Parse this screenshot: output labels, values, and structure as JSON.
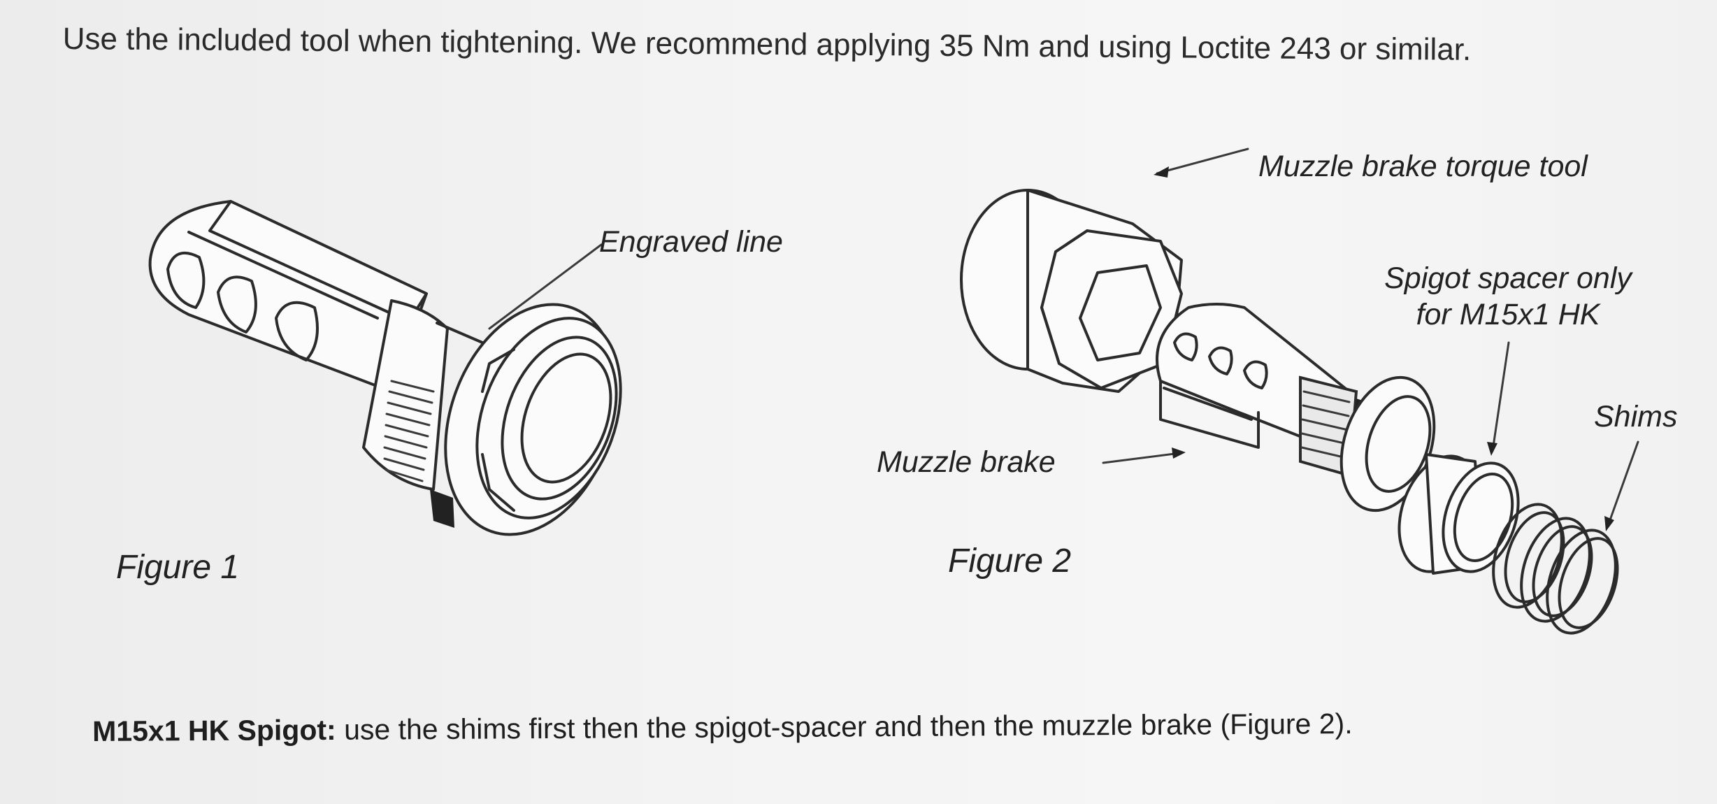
{
  "intro_text": "Use the included tool when tightening. We recommend applying 35 Nm and using Loctite 243 or similar.",
  "figure1": {
    "caption": "Figure 1",
    "label_engraved_line": "Engraved line"
  },
  "figure2": {
    "caption": "Figure 2",
    "label_torque_tool": "Muzzle brake torque tool",
    "label_spacer_line1": "Spigot spacer only",
    "label_spacer_line2": "for M15x1 HK",
    "label_shims": "Shims",
    "label_muzzle_brake": "Muzzle brake"
  },
  "note": {
    "bold_prefix": "M15x1 HK Spigot:",
    "text": " use the shims first then the spigot-spacer and then the muzzle brake (Figure 2)."
  }
}
